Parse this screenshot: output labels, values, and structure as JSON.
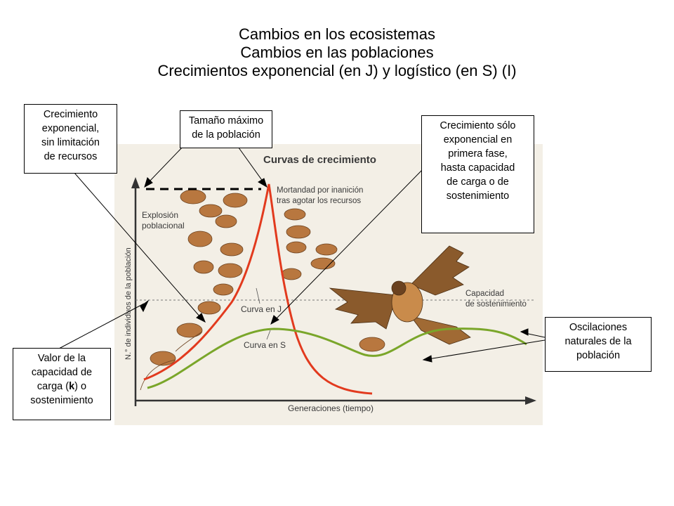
{
  "titles": {
    "line1": "Cambios en los ecosistemas",
    "line2": "Cambios en las poblaciones",
    "line3": "Crecimientos exponencial (en J) y logístico (en S) (I)"
  },
  "callouts": {
    "exponencial": [
      "Crecimiento",
      "exponencial,",
      "sin limitación",
      "de recursos"
    ],
    "tamano_maximo": [
      "Tamaño máximo",
      "de la población"
    ],
    "solo_exponencial": [
      "Crecimiento sólo",
      "exponencial en",
      "primera fase,",
      "hasta capacidad",
      "de carga o de",
      "sostenimiento"
    ],
    "valor_capacidad": [
      "Valor de la",
      "capacidad de",
      "carga (",
      "k",
      ") o",
      "sostenimiento"
    ],
    "oscilaciones": [
      "Oscilaciones",
      "naturales de la",
      "población"
    ]
  },
  "figure": {
    "heading": "Curvas de crecimiento",
    "mortandad": [
      "Mortandad por inanición",
      "tras agotar los recursos"
    ],
    "explosion": [
      "Explosión",
      "poblacional"
    ],
    "capacidad": [
      "Capacidad",
      "de sostenimiento"
    ],
    "curva_j": "Curva en J",
    "curva_s": "Curva en S",
    "xaxis": "Generaciones (tiempo)",
    "yaxis": "N.° de individuos de la población"
  },
  "colors": {
    "j_curve": "#e23a1e",
    "s_curve": "#7aa62a",
    "mouse": "#b8773f",
    "hawk": "#8a5a2c"
  },
  "icons": {
    "mouse": "mouse-illustration",
    "hawk": "hawk-illustration"
  }
}
